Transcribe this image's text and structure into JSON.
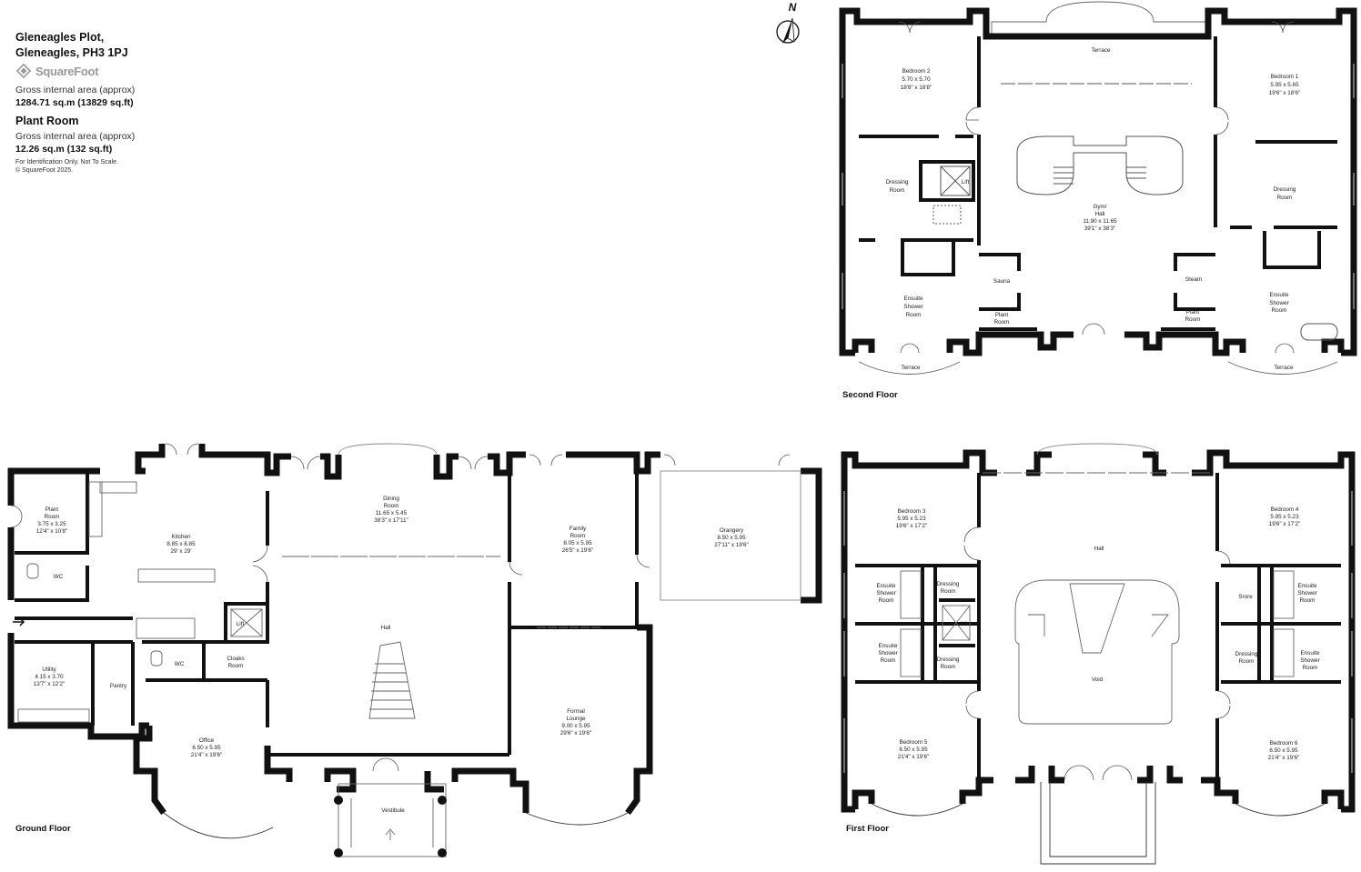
{
  "header": {
    "title_line1": "Gleneagles Plot,",
    "title_line2": "Gleneagles, PH3 1PJ",
    "logo_text": "SquareFoot",
    "gia_label": "Gross internal area (approx)",
    "gia_value": "1284.71 sq.m (13829 sq.ft)",
    "plant_title": "Plant Room",
    "plant_gia_label": "Gross internal area (approx)",
    "plant_gia_value": "12.26 sq.m (132 sq.ft)",
    "disclaimer": "For Identification Only. Not To Scale.",
    "copyright": "© SquareFoot 2025."
  },
  "compass": {
    "label": "N"
  },
  "floors": {
    "ground": "Ground Floor",
    "first": "First Floor",
    "second": "Second Floor"
  },
  "rooms": {
    "ground": {
      "plant": [
        "Plant",
        "Room",
        "3.75 x 3.25",
        "12'4\" x 10'8\""
      ],
      "wc1": [
        "WC"
      ],
      "kitchen": [
        "Kitchen",
        "8.85 x 8.85",
        "29' x 29'"
      ],
      "dining": [
        "Dining",
        "Room",
        "11.65 x 5.45",
        "38'3\" x 17'11\""
      ],
      "family": [
        "Family",
        "Room",
        "8.05 x 5.95",
        "26'5\" x 19'6\""
      ],
      "orangery": [
        "Orangery",
        "8.50 x 5.95",
        "27'11\" x 19'6\""
      ],
      "lift": [
        "Lift"
      ],
      "hall": [
        "Hall"
      ],
      "utility": [
        "Utility",
        "4.15 x 3.70",
        "13'7\" x 12'2\""
      ],
      "pantry": [
        "Pantry"
      ],
      "wc2": [
        "WC"
      ],
      "cloaks": [
        "Cloaks",
        "Room"
      ],
      "office": [
        "Office",
        "6.50 x 5.95",
        "21'4\" x 19'6\""
      ],
      "lounge": [
        "Formal",
        "Lounge",
        "9.00 x 5.95",
        "29'6\" x 19'6\""
      ],
      "vestibule": [
        "Vestibule"
      ]
    },
    "first": {
      "bed3": [
        "Bedroom 3",
        "5.95 x 5.23",
        "19'6\" x 17'2\""
      ],
      "hall": [
        "Hall"
      ],
      "bed4": [
        "Bedroom 4",
        "5.95 x 5.23",
        "19'6\" x 17'2\""
      ],
      "ens1": [
        "Ensuite",
        "Shower",
        "Room"
      ],
      "dress1": [
        "Dressing",
        "Room"
      ],
      "store": [
        "Srore"
      ],
      "ens2": [
        "Ensuite",
        "Shower",
        "Room"
      ],
      "lift": [
        "Lift"
      ],
      "ens3": [
        "Ensuite",
        "Shower",
        "Room"
      ],
      "dress2": [
        "Dressing",
        "Room"
      ],
      "dress3": [
        "Dressing",
        "Room"
      ],
      "ens4": [
        "Ensuite",
        "Shower",
        "Room"
      ],
      "void": [
        "Void"
      ],
      "bed5": [
        "Bedroom 5",
        "6.50 x 5.95",
        "21'4\" x 19'6\""
      ],
      "bed6": [
        "Bedroom 6",
        "6.50 x 5.95",
        "21'4\" x 19'6\""
      ]
    },
    "second": {
      "terrace_top": [
        "Terrace"
      ],
      "bed2": [
        "Bedroom 2",
        "5.70 x 5.70",
        "18'8\" x 18'8\""
      ],
      "bed1": [
        "Bedroom 1",
        "5.95 x 5.65",
        "19'6\" x 18'6\""
      ],
      "dress_l": [
        "Dressing",
        "Room"
      ],
      "lift": [
        "Lift"
      ],
      "gym": [
        "Gym/",
        "Hall",
        "11.90 x 11.65",
        "39'1\" x 38'3\""
      ],
      "dress_r": [
        "Dressing",
        "Room"
      ],
      "sauna": [
        "Sauna"
      ],
      "steam": [
        "Steam"
      ],
      "ens_l": [
        "Ensuite",
        "Shower",
        "Room"
      ],
      "ens_r": [
        "Ensuite",
        "Shower",
        "Room"
      ],
      "plant_l": [
        "Plant",
        "Room"
      ],
      "plant_r": [
        "Plant",
        "Room"
      ],
      "terrace_l": [
        "Terrace"
      ],
      "terrace_r": [
        "Terrace"
      ]
    }
  },
  "colors": {
    "wall": "#111111",
    "line": "#444444",
    "fixture": "#888888",
    "text": "#222222",
    "logo": "#9a9a9a"
  }
}
